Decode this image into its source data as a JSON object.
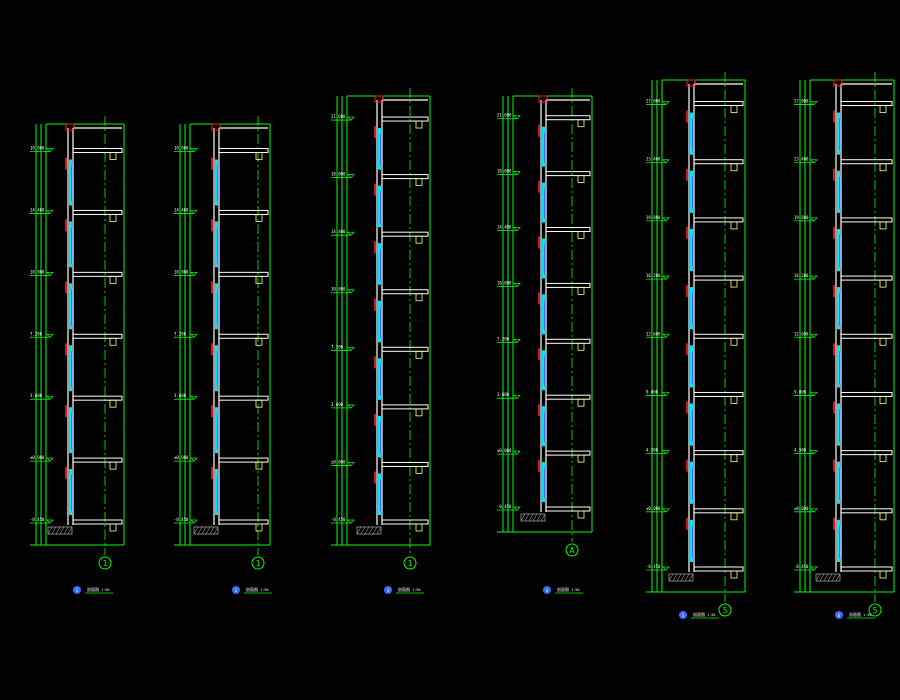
{
  "colors": {
    "background": "#000000",
    "grid": "#00ff00",
    "wall": "#ffffff",
    "frame": "#ffff80",
    "glass": "#00e5ff",
    "blue": "#3b6cff",
    "accent": "#ff2020",
    "magenta": "#ff40ff",
    "hatch": "#9a9a9a"
  },
  "sections": [
    {
      "axis_label": "1",
      "title_number": "1",
      "title_text": "剖面图",
      "title_scale": "1:50",
      "floors": 7,
      "elevation_labels": [
        "-0.450",
        "±0.000",
        "3.600",
        "7.200",
        "10.800",
        "14.400",
        "18.000"
      ]
    },
    {
      "axis_label": "1",
      "title_number": "2",
      "title_text": "剖面图",
      "title_scale": "1:50",
      "floors": 7,
      "elevation_labels": [
        "-0.450",
        "±0.000",
        "3.600",
        "7.200",
        "10.800",
        "14.400",
        "18.000"
      ]
    },
    {
      "axis_label": "1",
      "title_number": "3",
      "title_text": "剖面图",
      "title_scale": "1:50",
      "floors": 8,
      "elevation_labels": [
        "-0.450",
        "±0.000",
        "3.600",
        "7.200",
        "10.800",
        "14.400",
        "18.000",
        "21.600"
      ]
    },
    {
      "axis_label": "A",
      "title_number": "4",
      "title_text": "剖面图",
      "title_scale": "1:50",
      "floors": 8,
      "elevation_labels": [
        "-0.450",
        "±0.000",
        "3.600",
        "7.200",
        "10.800",
        "14.400",
        "18.000",
        "21.600"
      ]
    },
    {
      "axis_label": "5",
      "title_number": "5",
      "title_text": "剖面图",
      "title_scale": "1:50",
      "floors": 9,
      "elevation_labels": [
        "-0.450",
        "±0.000",
        "4.500",
        "9.000",
        "12.600",
        "16.200",
        "19.800",
        "23.400",
        "27.000"
      ]
    },
    {
      "axis_label": "5",
      "title_number": "6",
      "title_text": "剖面图",
      "title_scale": "1:50",
      "floors": 9,
      "elevation_labels": [
        "-0.450",
        "±0.000",
        "4.500",
        "9.000",
        "12.600",
        "16.200",
        "19.800",
        "23.400",
        "27.000"
      ]
    }
  ]
}
